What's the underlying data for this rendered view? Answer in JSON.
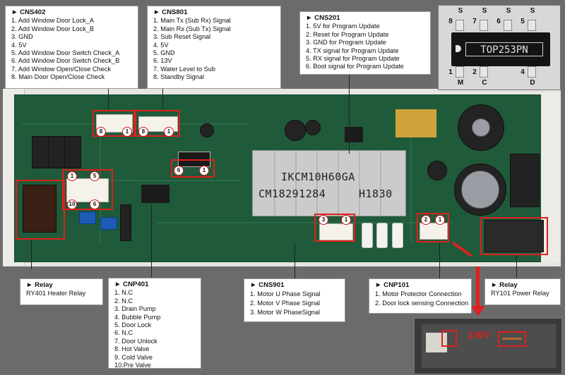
{
  "callouts": {
    "cns402": {
      "title": "► CNS402",
      "items": [
        "1.  Add Window Door Lock_A",
        "2.  Add Window Door Lock_B",
        "3.  GND",
        "4.  5V",
        "5.  Add Window Door Switch Check_A",
        "6.  Add Window Door Switch Check_B",
        "7.  Add Window Open/Close Check",
        "8. Main Door Open/Close Check"
      ]
    },
    "cns801": {
      "title": "► CNS801",
      "items": [
        "1.  Main Tx (Sub Rx) Signal",
        "2.  Main Rx (Sub Tx) Signal",
        "3.  Sub Reset Signal",
        "4.  5V",
        "5.  GND",
        "6.  13V",
        "7.  Water Level to Sub",
        "8.  Standby Signal"
      ]
    },
    "cns201": {
      "title": "► CNS201",
      "items": [
        "1.   5V for Program Update",
        "2.   Reset for Program Update",
        "3.   GND for Program Update",
        "4.   TX signal for Program Update",
        "5.   RX signal for Program Update",
        "6.   Boot signal for Program Update"
      ]
    },
    "relay_heater": {
      "title": "► Relay",
      "items": [
        "RY401 Heater Relay"
      ]
    },
    "cnp401": {
      "title": "► CNP401",
      "items": [
        "1.  N.C",
        "2.  N.C",
        "3.  Drain Pump",
        "4.  Bubble Pump",
        "5.  Door Lock",
        "6.  N.C",
        "7.  Door Unlock",
        "8.  Hot Valve",
        "9.  Cold Valve",
        "10.Pre Valve"
      ]
    },
    "cns901": {
      "title": "► CNS901",
      "items": [
        "1.   Motor U Phase Signal",
        "2.   Motor V Phase Signal",
        "3.   Motor W PhaseSignal"
      ]
    },
    "cnp101": {
      "title": "► CNP101",
      "items": [
        "1.   Motor Protector Connection",
        "2.   Door lock sensing Connection"
      ]
    },
    "relay_power": {
      "title": "► Relay",
      "items": [
        "RY101 Power Relay"
      ]
    }
  },
  "board": {
    "heatsink_line1": "IKCM10H60GA",
    "heatsink_line2": "CM18291284",
    "heatsink_line3": "H1830",
    "pins": {
      "cns402_left": "8",
      "cns402_right": "1",
      "cns801_left": "8",
      "cns801_right": "1",
      "cns201_left": "6",
      "cns201_right": "1",
      "cnp401_top_left": "1",
      "cnp401_top_right": "5",
      "cnp401_bot_left": "10",
      "cnp401_bot_right": "6",
      "cns901_left": "3",
      "cns901_right": "1",
      "cnp101_left": "2",
      "cnp101_right": "1"
    }
  },
  "chip_inset": {
    "part": "TOP253PN",
    "top_pins": [
      "8",
      "7",
      "6",
      "5"
    ],
    "top_pin_labels": [
      "S",
      "S",
      "S",
      "S"
    ],
    "bottom_pins": [
      "1",
      "2",
      "4"
    ],
    "bottom_pin_labels": [
      "M",
      "C",
      "D"
    ]
  },
  "relay_inset": {
    "voltage": "230V"
  },
  "colors": {
    "highlight": "#e0201c",
    "pcb": "#1f5a3a"
  }
}
